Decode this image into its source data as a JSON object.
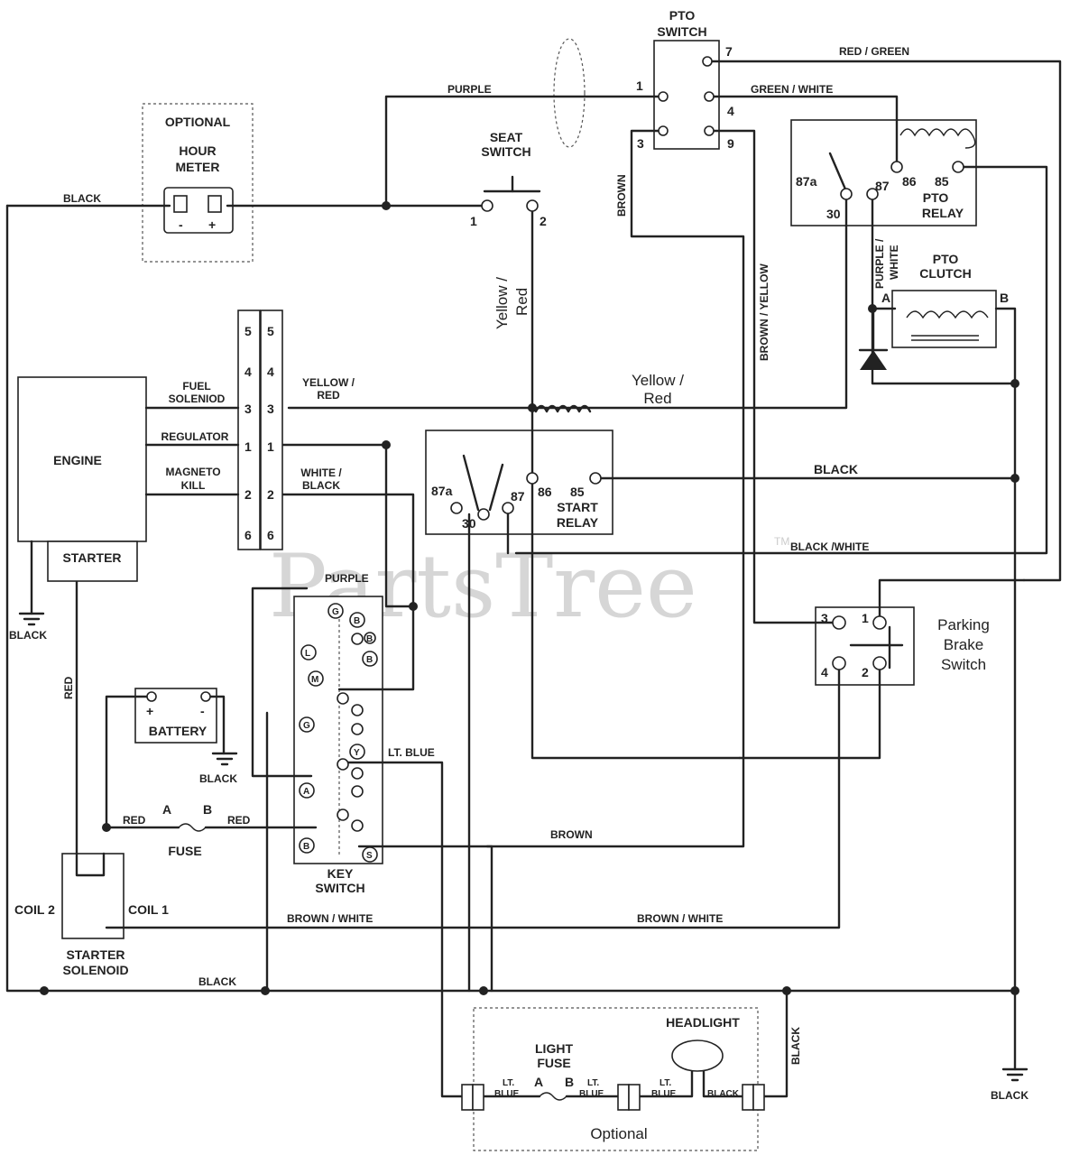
{
  "labels": {
    "pto_switch": [
      "PTO",
      "SWITCH"
    ],
    "optional_top": "OPTIONAL",
    "hour_meter": [
      "HOUR",
      "METER"
    ],
    "seat_switch": [
      "SEAT",
      "SWITCH"
    ],
    "engine": "ENGINE",
    "starter": "STARTER",
    "fuel_solenoid": [
      "FUEL",
      "SOLENIOD"
    ],
    "regulator": "REGULATOR",
    "magneto_kill": [
      "MAGNETO",
      "KILL"
    ],
    "pto_relay": [
      "PTO",
      "RELAY"
    ],
    "pto_clutch": [
      "PTO",
      "CLUTCH"
    ],
    "start_relay": [
      "START",
      "RELAY"
    ],
    "parking_brake": [
      "Parking",
      "Brake",
      "Switch"
    ],
    "battery": "BATTERY",
    "fuse": "FUSE",
    "key_switch": [
      "KEY",
      "SWITCH"
    ],
    "coil2": "COIL 2",
    "coil1": "COIL 1",
    "starter_solenoid": [
      "STARTER",
      "SOLENOID"
    ],
    "headlight": "HEADLIGHT",
    "light_fuse": [
      "LIGHT",
      "FUSE"
    ],
    "optional_bottom": "Optional",
    "watermark": "PartsTree",
    "watermark_tm": "TM"
  },
  "wires": {
    "red_green": "RED / GREEN",
    "purple": "PURPLE",
    "green_white": "GREEN / WHITE",
    "black": "BLACK",
    "brown": "BROWN",
    "brown_yellow": "BROWN / YELLOW",
    "purple_white": [
      "PURPLE /",
      "WHITE"
    ],
    "yellow_red_vert": [
      "Yellow /",
      "Red"
    ],
    "yellow_red_mid": [
      "Yellow /",
      "Red"
    ],
    "yellow_red_left": [
      "YELLOW /",
      "RED"
    ],
    "white_black": [
      "WHITE /",
      "BLACK"
    ],
    "black_white": "BLACK /WHITE",
    "lt_blue": "LT. BLUE",
    "red": "RED",
    "brown_white": "BROWN / WHITE",
    "lt": "LT.",
    "blue": "BLUE"
  },
  "pins": {
    "pto_1": "1",
    "pto_7": "7",
    "pto_4": "4",
    "pto_3": "3",
    "pto_9": "9",
    "seat_1": "1",
    "seat_2": "2",
    "relay_87a": "87a",
    "relay_30": "30",
    "relay_87": "87",
    "relay_86": "86",
    "relay_85": "85",
    "clutch_a": "A",
    "clutch_b": "B",
    "conn": [
      "5",
      "4",
      "3",
      "1",
      "2",
      "6"
    ],
    "pb_3": "3",
    "pb_1": "1",
    "pb_4": "4",
    "pb_2": "2",
    "fuse_a": "A",
    "fuse_b": "B",
    "plus": "+",
    "minus": "-",
    "ks_left": [
      "L",
      "M",
      "G",
      "A",
      "B"
    ],
    "ks_right": [
      "G",
      "B",
      "B",
      "B",
      "Y",
      "S"
    ]
  }
}
